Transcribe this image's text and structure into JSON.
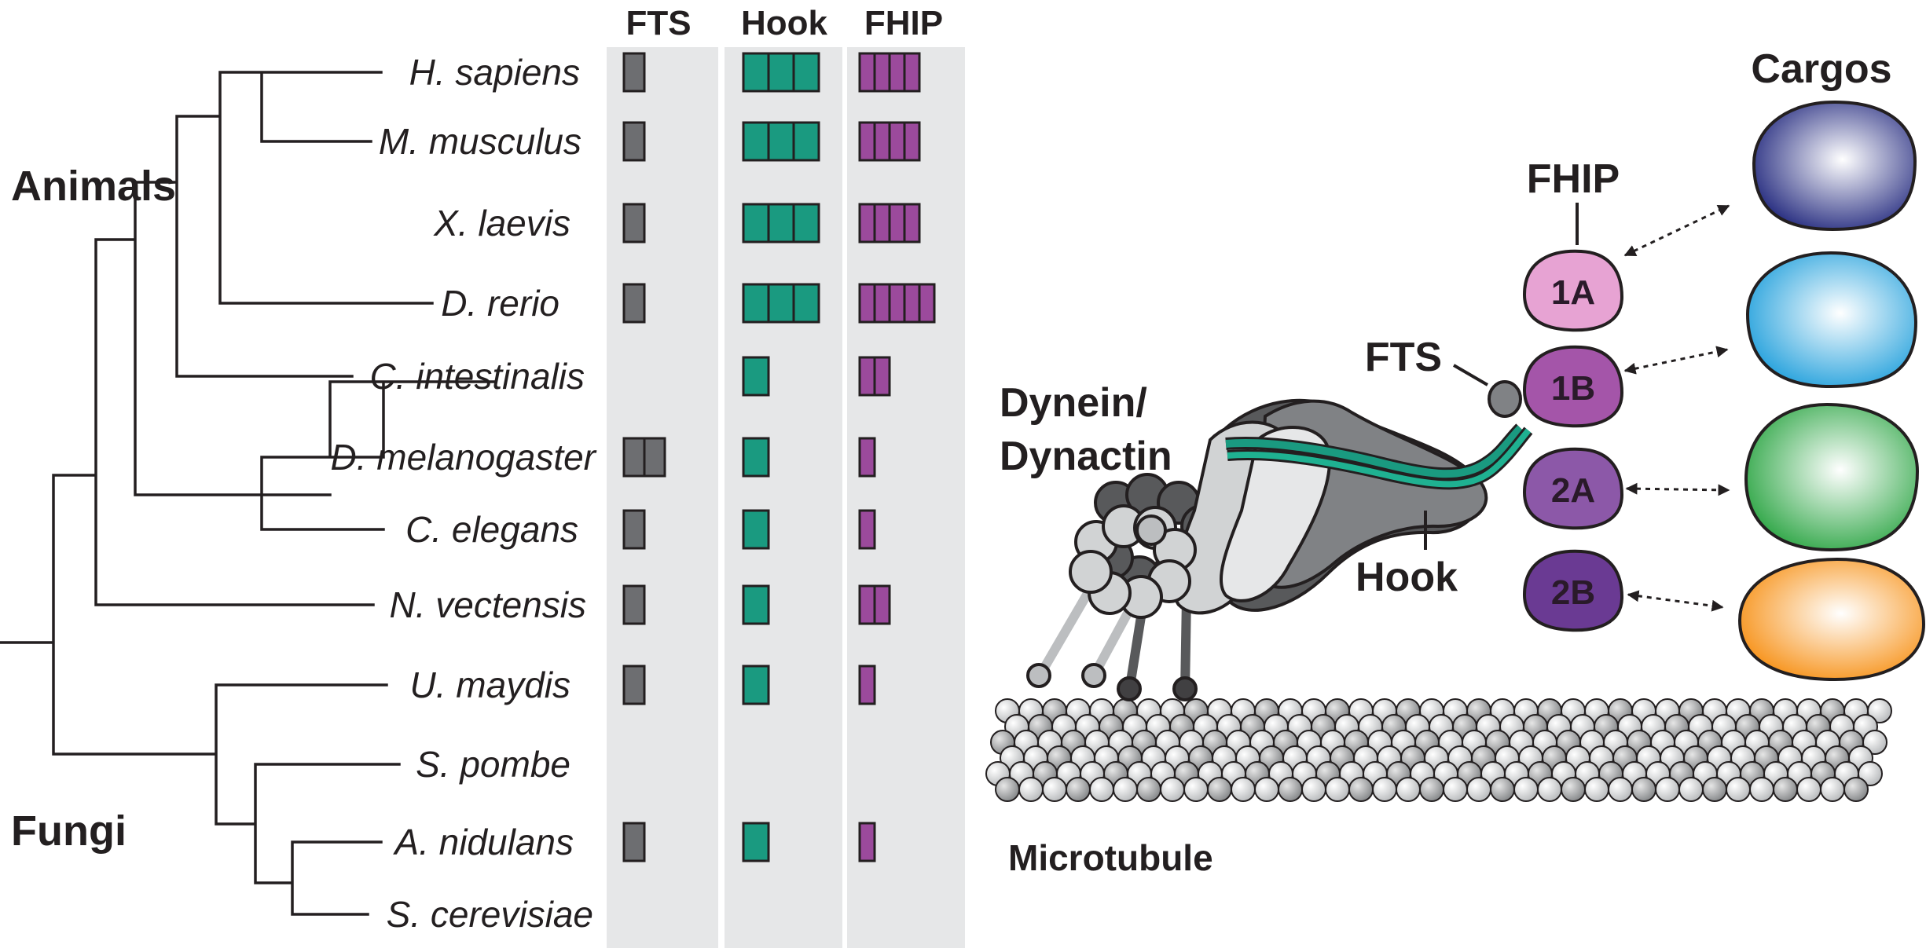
{
  "tree": {
    "groups": {
      "animals": "Animals",
      "fungi": "Fungi"
    },
    "columns": {
      "fts": "FTS",
      "hook": "Hook",
      "fhip": "FHIP"
    },
    "species": [
      {
        "name": "H. sapiens",
        "fts": 1,
        "hook": 3,
        "fhip": 4
      },
      {
        "name": "M. musculus",
        "fts": 1,
        "hook": 3,
        "fhip": 4
      },
      {
        "name": "X. laevis",
        "fts": 1,
        "hook": 3,
        "fhip": 4
      },
      {
        "name": "D. rerio",
        "fts": 1,
        "hook": 3,
        "fhip": 5
      },
      {
        "name": "C. intestinalis",
        "fts": 0,
        "hook": 1,
        "fhip": 2
      },
      {
        "name": "D. melanogaster",
        "fts": 2,
        "hook": 1,
        "fhip": 1
      },
      {
        "name": "C. elegans",
        "fts": 1,
        "hook": 1,
        "fhip": 1
      },
      {
        "name": "N. vectensis",
        "fts": 1,
        "hook": 1,
        "fhip": 2
      },
      {
        "name": "U. maydis",
        "fts": 1,
        "hook": 1,
        "fhip": 1
      },
      {
        "name": "S. pombe",
        "fts": 0,
        "hook": 0,
        "fhip": 0
      },
      {
        "name": "A. nidulans",
        "fts": 1,
        "hook": 1,
        "fhip": 1
      },
      {
        "name": "S. cerevisiae",
        "fts": 0,
        "hook": 0,
        "fhip": 0
      }
    ]
  },
  "diagram": {
    "cargos_title": "Cargos",
    "fhip_label": "FHIP",
    "fts_label": "FTS",
    "dynein_label_line1": "Dynein/",
    "dynein_label_line2": "Dynactin",
    "hook_label": "Hook",
    "microtubule_label": "Microtubule",
    "adaptors": [
      "1A",
      "1B",
      "2A",
      "2B"
    ]
  },
  "colors": {
    "fts": "#6d6e71",
    "hook": "#1a9a80",
    "fhip": "#9b4a9c",
    "column_bg": "#e6e7e8",
    "adaptor_1A": "#e7a3d3",
    "adaptor_1B": "#a455a9",
    "adaptor_2A": "#8c58a8",
    "adaptor_2B": "#6a3a93",
    "cargo_1": "#2b3183",
    "cargo_2": "#29a3dd",
    "cargo_3": "#33a84a",
    "cargo_4": "#f7941d"
  }
}
